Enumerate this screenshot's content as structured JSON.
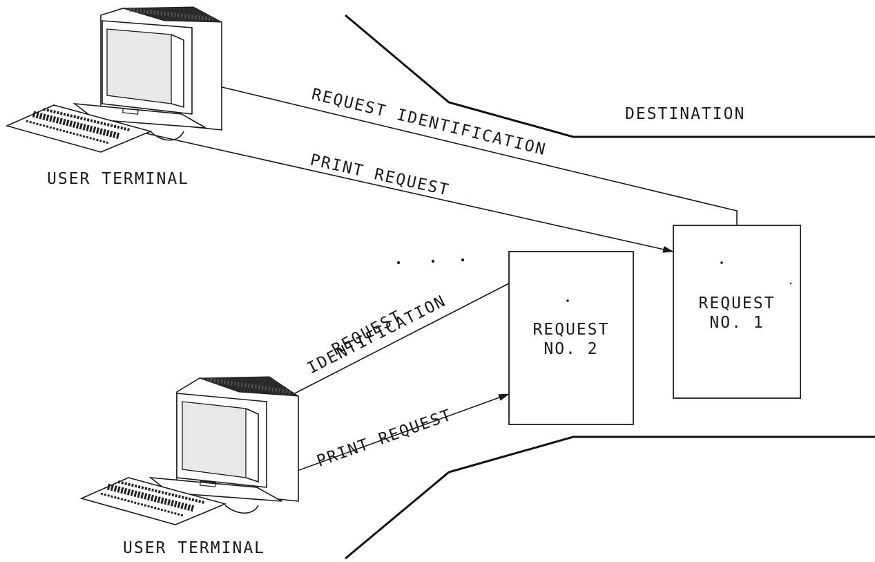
{
  "labels": {
    "destination": "DESTINATION",
    "request_identification_top": "REQUEST IDENTIFICATION",
    "print_request_top": "PRINT REQUEST",
    "user_terminal_top": "USER TERMINAL",
    "request_word": "REQUEST",
    "identification_word": "IDENTIFICATION",
    "print_request_bottom": "PRINT REQUEST",
    "user_terminal_bottom": "USER TERMINAL"
  },
  "request_boxes": [
    {
      "line1": "REQUEST",
      "line2": "NO. 1"
    },
    {
      "line1": "REQUEST",
      "line2": "NO. 2"
    }
  ],
  "icons": [
    "computer-terminal-icon",
    "arrowhead-icon"
  ]
}
